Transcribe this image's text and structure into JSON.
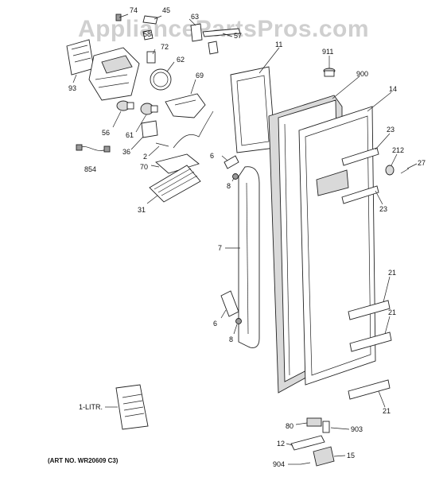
{
  "watermark": "AppliancePartsPros.com",
  "art_number": "(ART NO. WR20609 C3)",
  "manual_label": "1-LITR.",
  "callouts": {
    "c74": "74",
    "c45": "45",
    "c63": "63",
    "c58": "58",
    "c57": "57",
    "c72": "72",
    "c62": "62",
    "c93": "93",
    "c69": "69",
    "c56": "56",
    "c61": "61",
    "c36": "36",
    "c2": "2",
    "c854": "854",
    "c70": "70",
    "c31": "31",
    "c11": "11",
    "c911": "911",
    "c900": "900",
    "c14": "14",
    "c23a": "23",
    "c212": "212",
    "c27": "27",
    "c23b": "23",
    "c6a": "6",
    "c8a": "8",
    "c7": "7",
    "c21a": "21",
    "c21b": "21",
    "c6b": "6",
    "c8b": "8",
    "c21c": "21",
    "c80": "80",
    "c903": "903",
    "c12": "12",
    "c15": "15",
    "c904": "904"
  }
}
